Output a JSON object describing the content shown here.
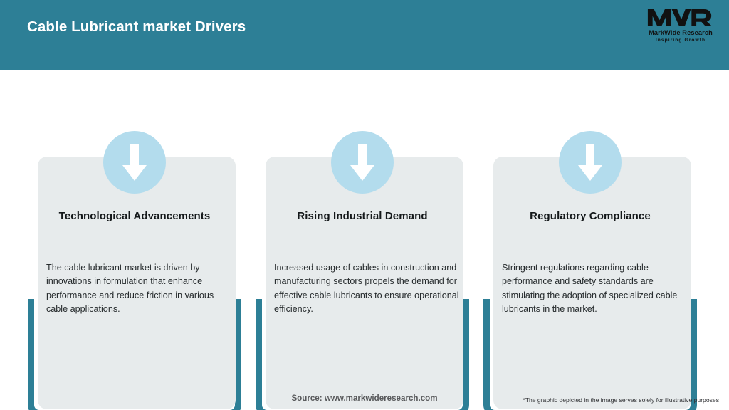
{
  "header": {
    "title": "Cable Lubricant market Drivers",
    "background_color": "#2d7f96",
    "title_color": "#ffffff"
  },
  "logo": {
    "mark": "MWR",
    "name": "MarkWide Research",
    "tagline": "Inspiring Growth"
  },
  "theme": {
    "teal": "#2d7f96",
    "card_gray": "#e7ebec",
    "icon_circle_blue": "#b3dced",
    "arrow_white": "#ffffff"
  },
  "cards": [
    {
      "icon": "arrow-down-icon",
      "title": "Technological Advancements",
      "body": "The cable lubricant market is driven by innovations in formulation that enhance performance and reduce friction in various cable applications."
    },
    {
      "icon": "arrow-down-icon",
      "title": "Rising Industrial Demand",
      "body": "Increased usage of cables in construction and manufacturing sectors propels the demand for effective cable lubricants to ensure operational efficiency."
    },
    {
      "icon": "arrow-down-icon",
      "title": "Regulatory Compliance",
      "body": "Stringent regulations regarding cable performance and safety standards are stimulating the adoption of specialized cable lubricants in the market."
    }
  ],
  "footer": {
    "source": "Source: www.markwideresearch.com",
    "disclaimer": "*The graphic depicted in the image serves solely for illustrative purposes"
  }
}
